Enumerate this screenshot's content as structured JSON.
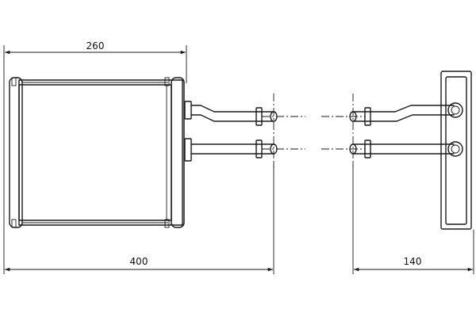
{
  "dimensions": {
    "core_width": "260",
    "overall_length": "400",
    "side_depth": "140"
  }
}
